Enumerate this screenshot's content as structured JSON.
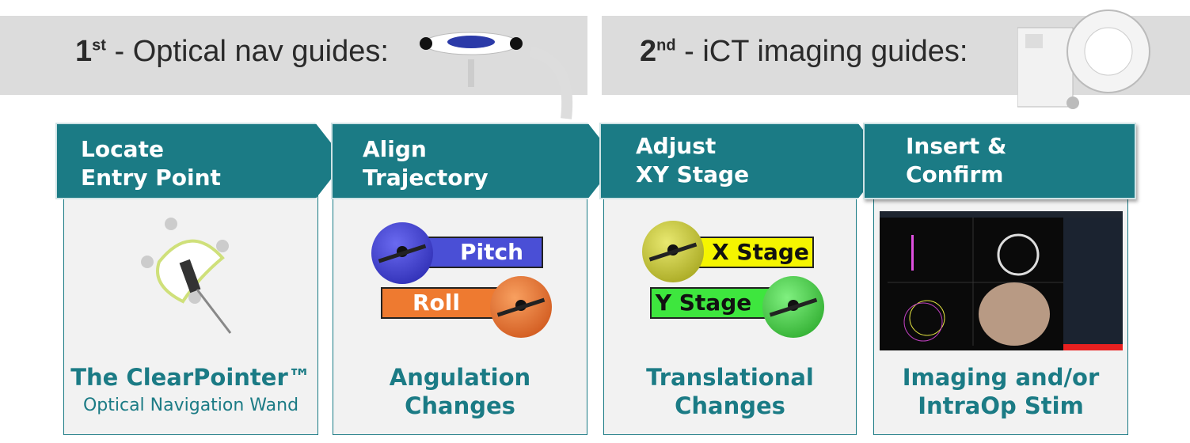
{
  "headers": [
    {
      "ordinal": "1",
      "suffix": "st",
      "text": " - Optical nav guides:"
    },
    {
      "ordinal": "2",
      "suffix": "nd",
      "text": " - iCT imaging guides:"
    }
  ],
  "steps": [
    {
      "line1": "Locate",
      "line2": "Entry Point",
      "caption1": "The ClearPointer™",
      "caption2": "Optical Navigation Wand"
    },
    {
      "line1": "Align",
      "line2": "Trajectory",
      "caption1": "Angulation",
      "caption2": "Changes"
    },
    {
      "line1": "Adjust",
      "line2": "XY Stage",
      "caption1": "Translational",
      "caption2": "Changes"
    },
    {
      "line1": "Insert &",
      "line2": "Confirm",
      "caption1": "Imaging and/or",
      "caption2": "IntraOp Stim"
    }
  ],
  "knobs": {
    "pitch": "Pitch",
    "roll": "Roll",
    "x_stage": "X Stage",
    "y_stage": "Y Stage"
  },
  "colors": {
    "teal": "#1b7b85",
    "pitch": "#4a4fd6",
    "roll": "#ee7a30",
    "x_stage": "#f5f500",
    "y_stage": "#3ee63e"
  }
}
